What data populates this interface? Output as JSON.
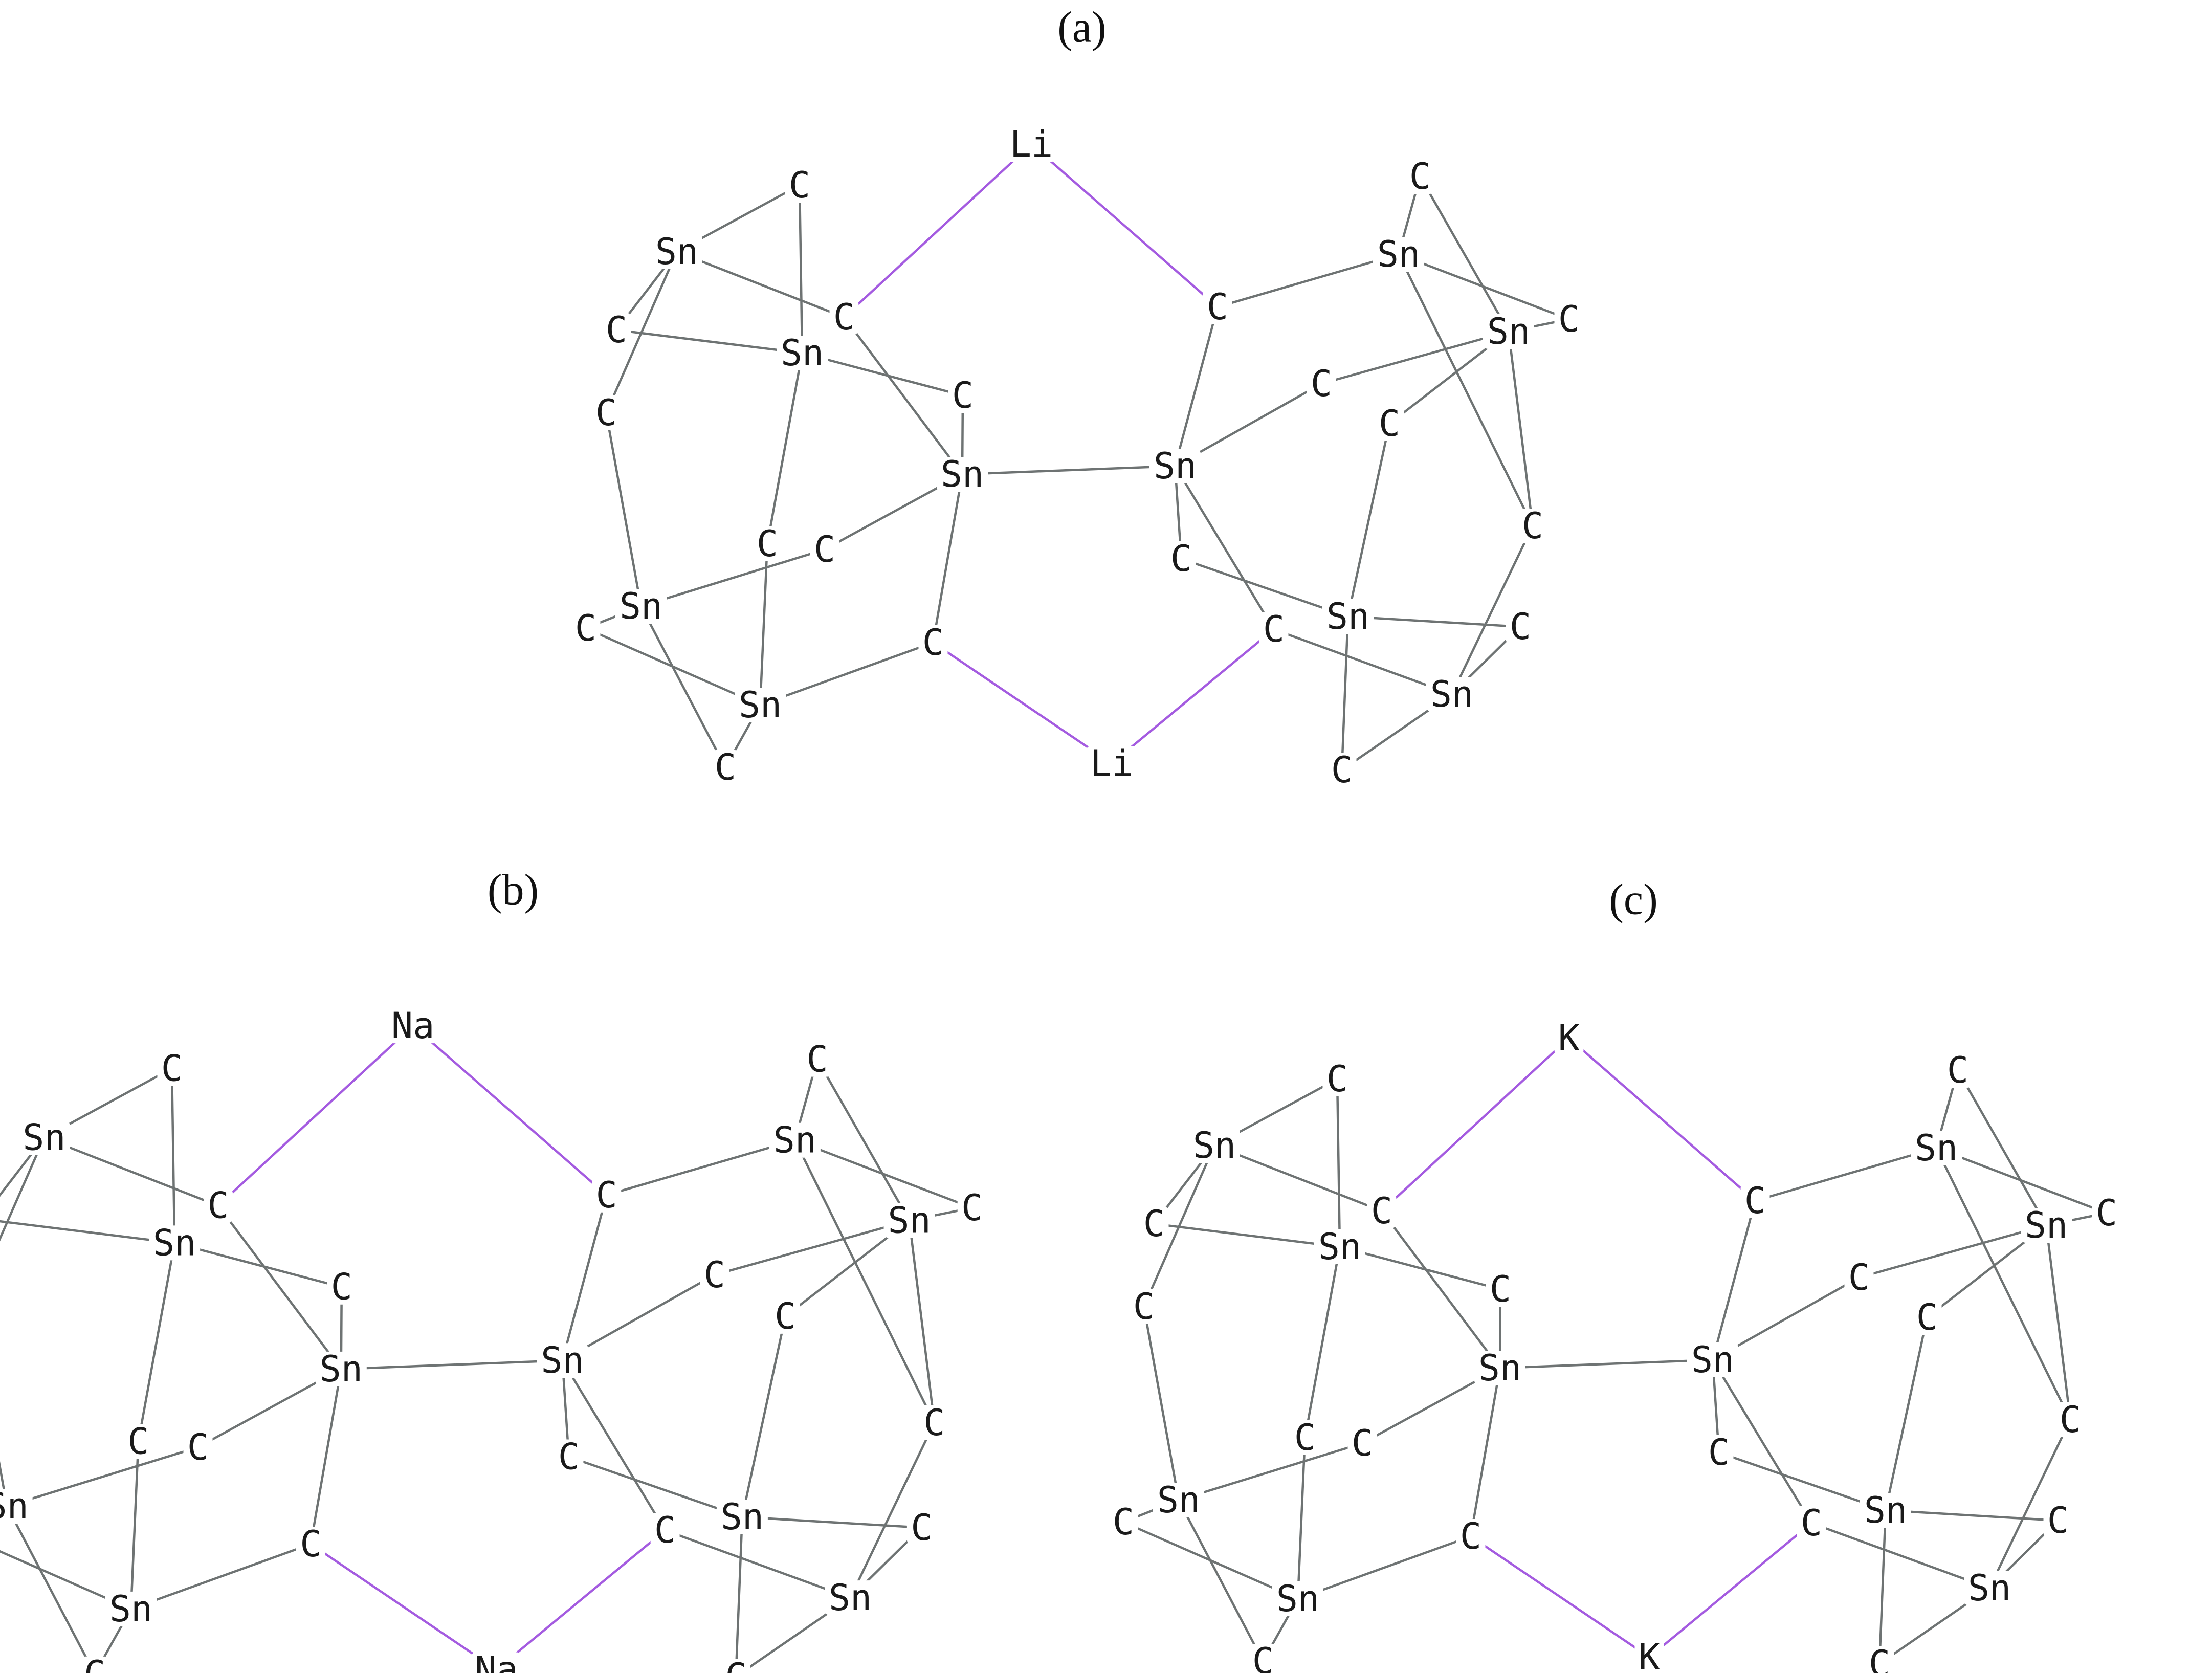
{
  "colors": {
    "bond": "#6e7373",
    "metal_bond": "#a45be0",
    "atom_text": "#1a1a1a"
  },
  "panels": [
    {
      "id": "a",
      "label": "(a)",
      "metal": "Li"
    },
    {
      "id": "b",
      "label": "(b)",
      "metal": "Na"
    },
    {
      "id": "c",
      "label": "(c)",
      "metal": "K"
    }
  ],
  "atom_labels": {
    "tin": "Sn",
    "carbon": "C"
  }
}
